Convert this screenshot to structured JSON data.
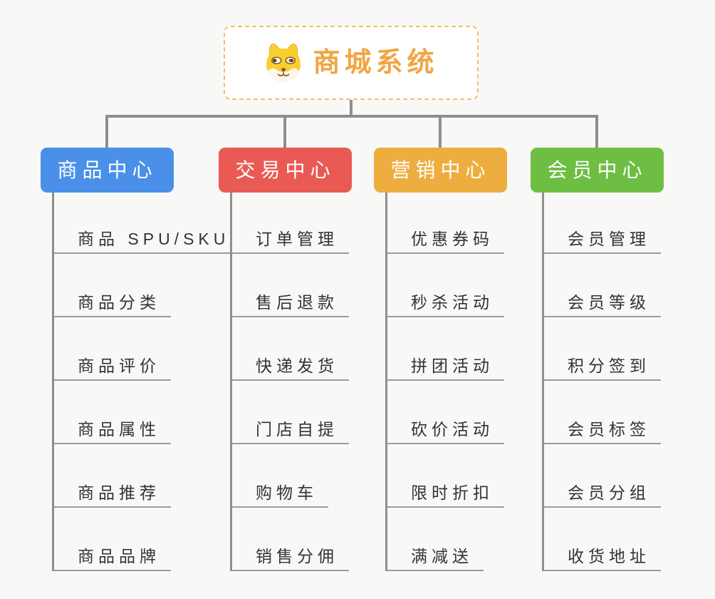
{
  "root": {
    "label": "商城系统",
    "icon": "shiba-dog-icon"
  },
  "branches": [
    {
      "label": "商品中心",
      "color": "#4A90E8",
      "items": [
        "商品 SPU/SKU",
        "商品分类",
        "商品评价",
        "商品属性",
        "商品推荐",
        "商品品牌"
      ]
    },
    {
      "label": "交易中心",
      "color": "#E95A55",
      "items": [
        "订单管理",
        "售后退款",
        "快递发货",
        "门店自提",
        "购物车",
        "销售分佣"
      ]
    },
    {
      "label": "营销中心",
      "color": "#EEAE3F",
      "items": [
        "优惠券码",
        "秒杀活动",
        "拼团活动",
        "砍价活动",
        "限时折扣",
        "满减送"
      ]
    },
    {
      "label": "会员中心",
      "color": "#6FBE44",
      "items": [
        "会员管理",
        "会员等级",
        "积分签到",
        "会员标签",
        "会员分组",
        "收货地址"
      ]
    }
  ],
  "style": {
    "background": "#F8F8F7",
    "connector_color": "#8E8E8E",
    "underline_color": "#9C9C9C",
    "root_text_color": "#F0A644",
    "root_border_color": "#F2C06A",
    "leaf_text_color": "#333333"
  }
}
